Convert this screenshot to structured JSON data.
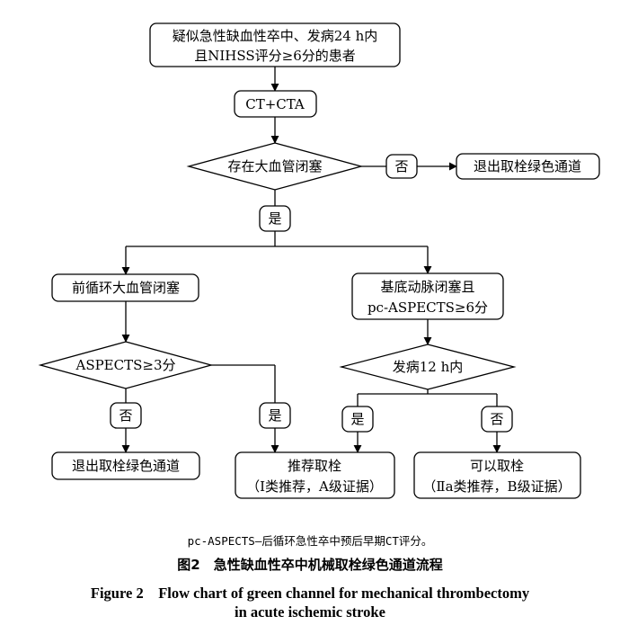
{
  "nodes": {
    "start_line1": "疑似急性缺血性卒中、发病24 h内",
    "start_line2": "且NIHSS评分≥6分的患者",
    "ct": "CT+CTA",
    "lvo_decision": "存在大血管闭塞",
    "exit_top": "退出取栓绿色通道",
    "anterior": "前循环大血管闭塞",
    "basilar_line1": "基底动脉闭塞且",
    "basilar_line2": "pc-ASPECTS≥6分",
    "aspects_decision": "ASPECTS≥3分",
    "onset_decision": "发病12 h内",
    "exit_left": "退出取栓绿色通道",
    "rec_line1": "推荐取栓",
    "rec_line2": "（Ⅰ类推荐，A级证据）",
    "may_line1": "可以取栓",
    "may_line2": "（Ⅱa类推荐，B级证据）"
  },
  "labels": {
    "no_top": "否",
    "yes_lvo": "是",
    "no_aspects": "否",
    "yes_aspects": "是",
    "yes_onset": "是",
    "no_onset": "否"
  },
  "caption": {
    "note": "pc-ASPECTS—后循环急性卒中预后早期CT评分。",
    "cn": "图2　急性缺血性卒中机械取栓绿色通道流程",
    "en_line1": "Figure 2　Flow chart of green channel for mechanical thrombectomy",
    "en_line2": "in acute ischemic stroke"
  }
}
